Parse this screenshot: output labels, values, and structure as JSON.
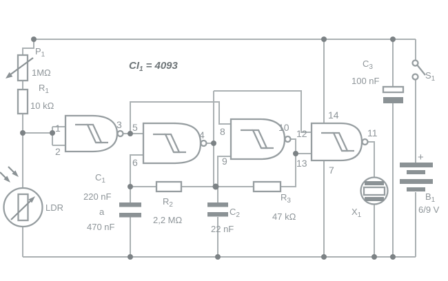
{
  "schematic": {
    "ic_note": {
      "text": "CI",
      "sub": "1",
      "rest": "= 4093"
    },
    "pins": {
      "g1_in1": "1",
      "g1_in2": "2",
      "g1_out": "3",
      "g2_in1": "5",
      "g2_in2": "6",
      "g2_out": "4",
      "g3_in1": "8",
      "g3_in2": "9",
      "g3_out": "10",
      "g4_in1": "12",
      "g4_in2": "13",
      "g4_out": "11",
      "g4_vdd": "14",
      "g4_gnd": "7"
    },
    "components": {
      "p1": {
        "name": "P",
        "sub": "1",
        "value": "1MΩ"
      },
      "r1": {
        "name": "R",
        "sub": "1",
        "value": "10 kΩ"
      },
      "ldr": {
        "label": "LDR"
      },
      "c1": {
        "name": "C",
        "sub": "1",
        "value_1": "220 nF",
        "value_2": "a",
        "value_3": "470 nF"
      },
      "r2": {
        "name": "R",
        "sub": "2",
        "value": "2,2 MΩ"
      },
      "c2": {
        "name": "C",
        "sub": "2",
        "value": "22 nF"
      },
      "r3": {
        "name": "R",
        "sub": "3",
        "value": "47 kΩ"
      },
      "c3": {
        "name": "C",
        "sub": "3",
        "value": "100 nF"
      },
      "s1": {
        "name": "S",
        "sub": "1"
      },
      "x1": {
        "name": "X",
        "sub": "1"
      },
      "b1": {
        "name": "B",
        "sub": "1",
        "value": "6/9 V",
        "polarity": "+"
      }
    }
  }
}
